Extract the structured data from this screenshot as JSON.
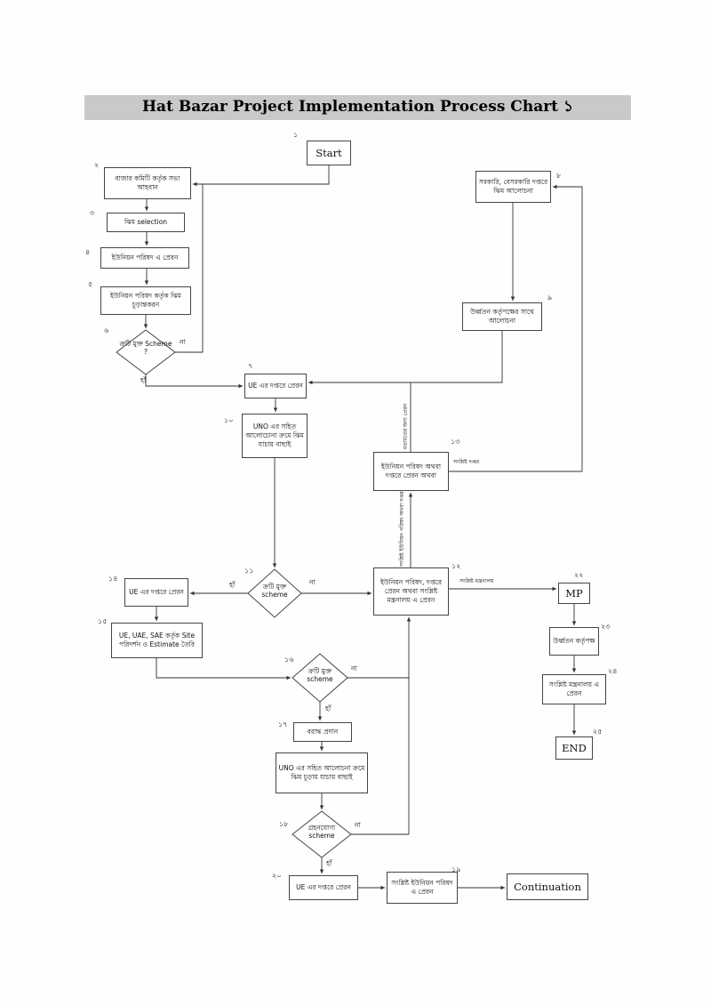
{
  "title": "Hat Bazar Project Implementation Process Chart ১",
  "nodes": {
    "start": {
      "label": "Start",
      "num": "১"
    },
    "bazar_committee": {
      "label": "বাজার কমিটি কর্তৃক সভা আহবান",
      "num": "২"
    },
    "scheme_selection": {
      "label": "ঝিম selection",
      "num": "৩"
    },
    "send_union": {
      "label": "ইউনিয়ন পরিষদ এ প্রেরন",
      "num": "৪"
    },
    "union_finalize": {
      "label": "ইউনিয়ন পরিষদ কর্তৃক ঝিম চূড়ান্তকরন",
      "num": "৫"
    },
    "decision1": {
      "label": "ক্রটি মুক্ত Scheme ?",
      "num": "৬"
    },
    "ue_office1": {
      "label": "UE এর দপ্তরে প্রেরন",
      "num": "৭"
    },
    "govt_office": {
      "label": "সরকারি, বেসরকারি দপ্তরে ঝিম আলোচনা",
      "num": "৮"
    },
    "higher_discuss": {
      "label": "উর্ধ্বতন কর্তৃপক্ষের সাথে আলোচনা",
      "num": "৯"
    },
    "uno_verify": {
      "label": "UNO এর সহিত আলোচোনা ক্রমে ঝিম যাচায় বাছাই",
      "num": "১০"
    },
    "decision2": {
      "label": "ক্রটি মুক্ত scheme",
      "num": "১১"
    },
    "union_ministry": {
      "label": "ইউনিয়ন পরিষদ, দপ্তরে প্রেরন অথবা সংশ্লিষ্ট মন্ত্রনালয় এ প্রেরন",
      "num": "১২"
    },
    "union_or_office": {
      "label": "ইউনিয়ন পরিষদ অথবা দপ্তরে প্রেরন অথবা",
      "num": "১৩"
    },
    "ue_office2": {
      "label": "UE এর দপ্তরে প্রেরন",
      "num": "১৪"
    },
    "site_visit": {
      "label": "UE, UAE, SAE কর্তৃক Site পরিদর্শন ও Estimate তৈরি",
      "num": "১৫"
    },
    "decision3": {
      "label": "ক্রটি মুক্ত scheme",
      "num": "১৬"
    },
    "allocation": {
      "label": "বরাদ্ধ প্রদান",
      "num": "১৭"
    },
    "uno_finalize": {
      "label": "UNO এর সহিত আলোচনা ক্রমে ঝিম চূড়ায় যাচায় বাছাই",
      "num": ""
    },
    "decision4": {
      "label": "গ্রহনযোগ্য scheme",
      "num": "১৮"
    },
    "ue_office3": {
      "label": "UE এর দপ্তরে প্রেরন",
      "num": "২০"
    },
    "union_send_final": {
      "label": "সংশ্লিষ্ট ইউনিয়ন পরিষদ এ প্রেরন",
      "num": "১৯"
    },
    "continuation": {
      "label": "Continuation",
      "num": ""
    },
    "mp": {
      "label": "MP",
      "num": "২২"
    },
    "higher_auth": {
      "label": "উর্ধ্বতন কর্তৃপক্ষ",
      "num": "২৩"
    },
    "ministry_send": {
      "label": "সংশ্লিষ্ট মন্ত্রনালয় এ প্রেরন",
      "num": "২৪"
    },
    "end": {
      "label": "END",
      "num": "২৫"
    }
  },
  "edge_labels": {
    "yes1": "হাঁ",
    "no1": "না",
    "yes2": "হাঁ",
    "no2": "না",
    "yes3": "হাঁ",
    "no3": "না",
    "yes4": "হাঁ",
    "no4": "না",
    "related_office": "সংশ্লিষ্ট দপ্তর",
    "related_ministry": "সংশ্লিষ্ট মন্ত্রনালয়",
    "opinion": "মতামতের জন্য প্রেরন",
    "union_or_dept": "সংশ্লিষ্ট ইউনিয়ন পরিষদ অথবা দপ্তর"
  }
}
